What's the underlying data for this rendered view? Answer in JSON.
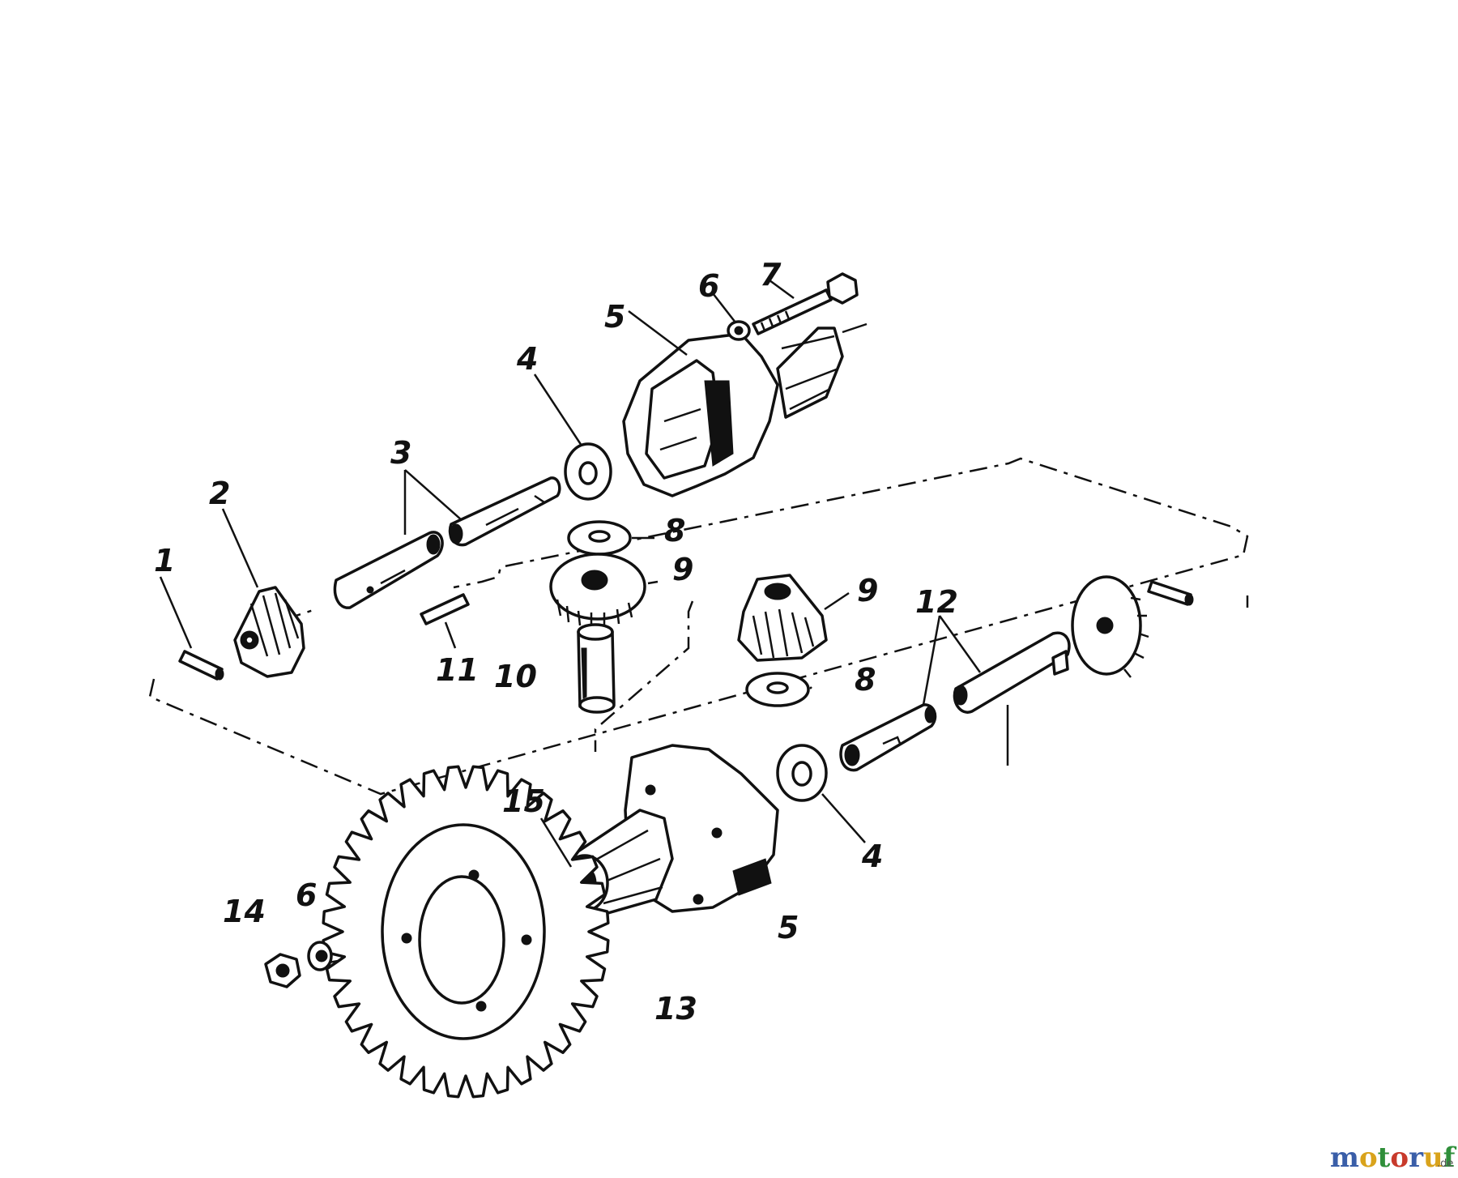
{
  "callouts": {
    "c1": "1",
    "c2": "2",
    "c3": "3",
    "c4a": "4",
    "c4b": "4",
    "c5a": "5",
    "c5b": "5",
    "c6a": "6",
    "c6b": "6",
    "c7": "7",
    "c8a": "8",
    "c8b": "8",
    "c9a": "9",
    "c9b": "9",
    "c10": "10",
    "c11": "11",
    "c12": "12",
    "c13": "13",
    "c14": "14",
    "c15": "15"
  },
  "watermark": {
    "letters": [
      "m",
      "o",
      "t",
      "o",
      "r",
      "u",
      "f"
    ],
    "suffix": ".de",
    "colors": [
      "#3a5ea8",
      "#d9a31c",
      "#2f8f3a",
      "#c83a2c",
      "#3a5ea8",
      "#d9a31c",
      "#2f8f3a"
    ]
  }
}
